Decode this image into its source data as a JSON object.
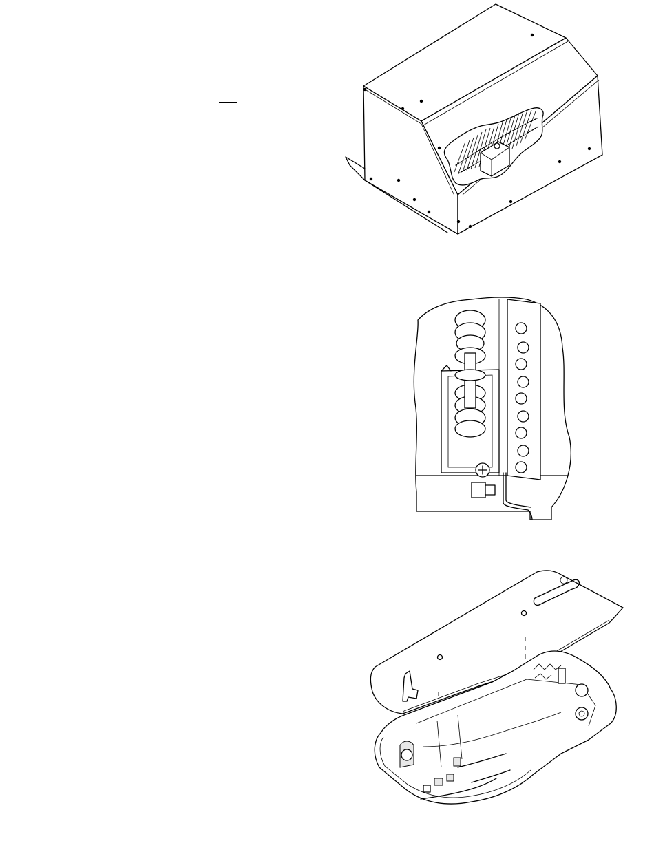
{
  "page": {
    "figures": [
      {
        "name": "heater-assembly",
        "icon": "heater-housing-cutaway-drawing"
      },
      {
        "name": "element-detail",
        "icon": "heating-element-bracket-detail-drawing"
      },
      {
        "name": "base-exploded",
        "icon": "base-and-cover-exploded-drawing"
      }
    ]
  }
}
